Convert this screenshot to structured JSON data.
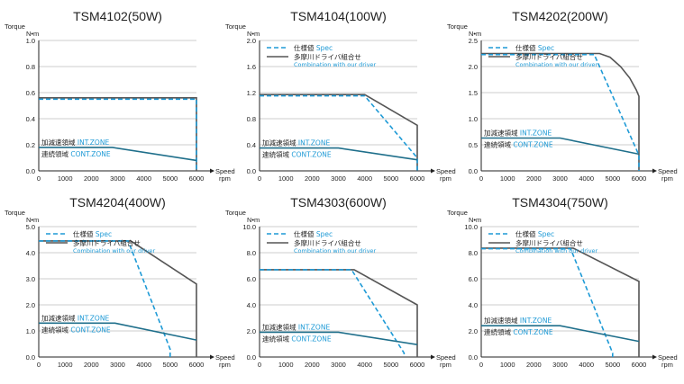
{
  "colors": {
    "spec": "#1e9ad6",
    "driver": "#555555",
    "cont": "#1f6f8b",
    "zone_en": "#1e9ad6",
    "grid": "#bbbbbb"
  },
  "labels": {
    "torque": "Torque",
    "unit": "N•m",
    "speed": "Speed",
    "rpm": "rpm",
    "legend_spec_jp": "仕様値",
    "legend_spec_en": "Spec",
    "legend_driver_jp": "多摩川ドライバ組合せ",
    "legend_driver_en": "Combination with our driver",
    "int_zone_jp": "加減速領域",
    "int_zone_en": "INT.ZONE",
    "cont_zone_jp": "連続領域",
    "cont_zone_en": "CONT.ZONE"
  },
  "chart_data": [
    {
      "type": "line",
      "title": "TSM4102(50W)",
      "xlabel": "Speed rpm",
      "ylabel": "Torque N•m",
      "xlim": [
        0,
        6000
      ],
      "ylim": [
        0,
        1.0
      ],
      "xticks": [
        "0",
        "1000",
        "2000",
        "3000",
        "4000",
        "5000",
        "6000"
      ],
      "yticks": [
        "0.0",
        "0.2",
        "0.4",
        "0.6",
        "0.8",
        "1.0"
      ],
      "yvals": [
        0,
        0.2,
        0.4,
        0.6,
        0.8,
        1.0
      ],
      "legend": false,
      "series": [
        {
          "key": "spec",
          "x": [
            0,
            6000,
            6000
          ],
          "y": [
            0.55,
            0.55,
            0
          ]
        },
        {
          "key": "driver",
          "x": [
            0,
            6000,
            6000
          ],
          "y": [
            0.56,
            0.56,
            0
          ]
        },
        {
          "key": "cont",
          "x": [
            0,
            2800,
            6000
          ],
          "y": [
            0.18,
            0.18,
            0.08
          ]
        }
      ]
    },
    {
      "type": "line",
      "title": "TSM4104(100W)",
      "xlabel": "Speed rpm",
      "ylabel": "Torque N•m",
      "xlim": [
        0,
        6000
      ],
      "ylim": [
        0,
        2.0
      ],
      "xticks": [
        "0",
        "1000",
        "2000",
        "3000",
        "4000",
        "5000",
        "6000"
      ],
      "yticks": [
        "0.0",
        "0.4",
        "0.8",
        "1.2",
        "1.6",
        "2.0"
      ],
      "yvals": [
        0,
        0.4,
        0.8,
        1.2,
        1.6,
        2.0
      ],
      "legend": true,
      "series": [
        {
          "key": "spec",
          "x": [
            0,
            4000,
            6000,
            6000
          ],
          "y": [
            1.15,
            1.15,
            0.2,
            0
          ]
        },
        {
          "key": "driver",
          "x": [
            0,
            4000,
            6000,
            6000
          ],
          "y": [
            1.17,
            1.17,
            0.7,
            0
          ]
        },
        {
          "key": "cont",
          "x": [
            0,
            3000,
            6000
          ],
          "y": [
            0.35,
            0.35,
            0.17
          ]
        }
      ]
    },
    {
      "type": "line",
      "title": "TSM4202(200W)",
      "xlabel": "Speed rpm",
      "ylabel": "Torque N•m",
      "xlim": [
        0,
        6000
      ],
      "ylim": [
        0,
        2.5
      ],
      "xticks": [
        "0",
        "1000",
        "2000",
        "3000",
        "4000",
        "5000",
        "6000"
      ],
      "yticks": [
        "0.0",
        "0.5",
        "1.0",
        "1.5",
        "2.0",
        "2.5"
      ],
      "yvals": [
        0,
        0.5,
        1.0,
        1.5,
        2.0,
        2.5
      ],
      "legend": true,
      "series": [
        {
          "key": "spec",
          "x": [
            0,
            4300,
            6000,
            6000
          ],
          "y": [
            2.23,
            2.23,
            0.3,
            0
          ]
        },
        {
          "key": "driver",
          "x": [
            0,
            4500,
            4900,
            5300,
            5650,
            5900,
            6000,
            6000
          ],
          "y": [
            2.25,
            2.25,
            2.18,
            2.0,
            1.78,
            1.55,
            1.43,
            0
          ]
        },
        {
          "key": "cont",
          "x": [
            0,
            3000,
            6000
          ],
          "y": [
            0.63,
            0.63,
            0.32
          ]
        }
      ]
    },
    {
      "type": "line",
      "title": "TSM4204(400W)",
      "xlabel": "Speed rpm",
      "ylabel": "Torque N•m",
      "xlim": [
        0,
        6000
      ],
      "ylim": [
        0,
        5.0
      ],
      "xticks": [
        "0",
        "1000",
        "2000",
        "3000",
        "4000",
        "5000",
        "6000"
      ],
      "yticks": [
        "0.0",
        "1.0",
        "2.0",
        "3.0",
        "4.0",
        "5.0"
      ],
      "yvals": [
        0,
        1.0,
        2.0,
        3.0,
        4.0,
        5.0
      ],
      "legend": true,
      "series": [
        {
          "key": "spec",
          "x": [
            0,
            3400,
            5000,
            5000
          ],
          "y": [
            4.45,
            4.45,
            0.3,
            0
          ]
        },
        {
          "key": "driver",
          "x": [
            0,
            3500,
            6000,
            6000
          ],
          "y": [
            4.45,
            4.45,
            2.8,
            0
          ]
        },
        {
          "key": "cont",
          "x": [
            0,
            2900,
            6000
          ],
          "y": [
            1.3,
            1.3,
            0.65
          ]
        }
      ]
    },
    {
      "type": "line",
      "title": "TSM4303(600W)",
      "xlabel": "Speed rpm",
      "ylabel": "Torque N•m",
      "xlim": [
        0,
        6000
      ],
      "ylim": [
        0,
        10.0
      ],
      "xticks": [
        "0",
        "1000",
        "2000",
        "3000",
        "4000",
        "5000",
        "6000"
      ],
      "yticks": [
        "0.0",
        "2.0",
        "4.0",
        "6.0",
        "8.0",
        "10.0"
      ],
      "yvals": [
        0,
        2.0,
        4.0,
        6.0,
        8.0,
        10.0
      ],
      "legend": true,
      "series": [
        {
          "key": "spec",
          "x": [
            0,
            3500,
            5500,
            5500
          ],
          "y": [
            6.7,
            6.7,
            0.3,
            0
          ]
        },
        {
          "key": "driver",
          "x": [
            0,
            3600,
            6000,
            6000
          ],
          "y": [
            6.7,
            6.7,
            4.0,
            0
          ]
        },
        {
          "key": "cont",
          "x": [
            0,
            3000,
            6000
          ],
          "y": [
            1.9,
            1.9,
            0.95
          ]
        }
      ]
    },
    {
      "type": "line",
      "title": "TSM4304(750W)",
      "xlabel": "Speed rpm",
      "ylabel": "Torque N•m",
      "xlim": [
        0,
        6000
      ],
      "ylim": [
        0,
        10.0
      ],
      "xticks": [
        "0",
        "1000",
        "2000",
        "3000",
        "4000",
        "5000",
        "6000"
      ],
      "yticks": [
        "0.0",
        "2.0",
        "4.0",
        "6.0",
        "8.0",
        "10.0"
      ],
      "yvals": [
        0,
        2.0,
        4.0,
        6.0,
        8.0,
        10.0
      ],
      "legend": true,
      "series": [
        {
          "key": "spec",
          "x": [
            0,
            3400,
            5000,
            5000
          ],
          "y": [
            8.3,
            8.3,
            0.3,
            0
          ]
        },
        {
          "key": "driver",
          "x": [
            0,
            3500,
            6000,
            6000
          ],
          "y": [
            8.35,
            8.35,
            5.8,
            0
          ]
        },
        {
          "key": "cont",
          "x": [
            0,
            3000,
            6000
          ],
          "y": [
            2.4,
            2.4,
            1.2
          ]
        }
      ]
    }
  ]
}
